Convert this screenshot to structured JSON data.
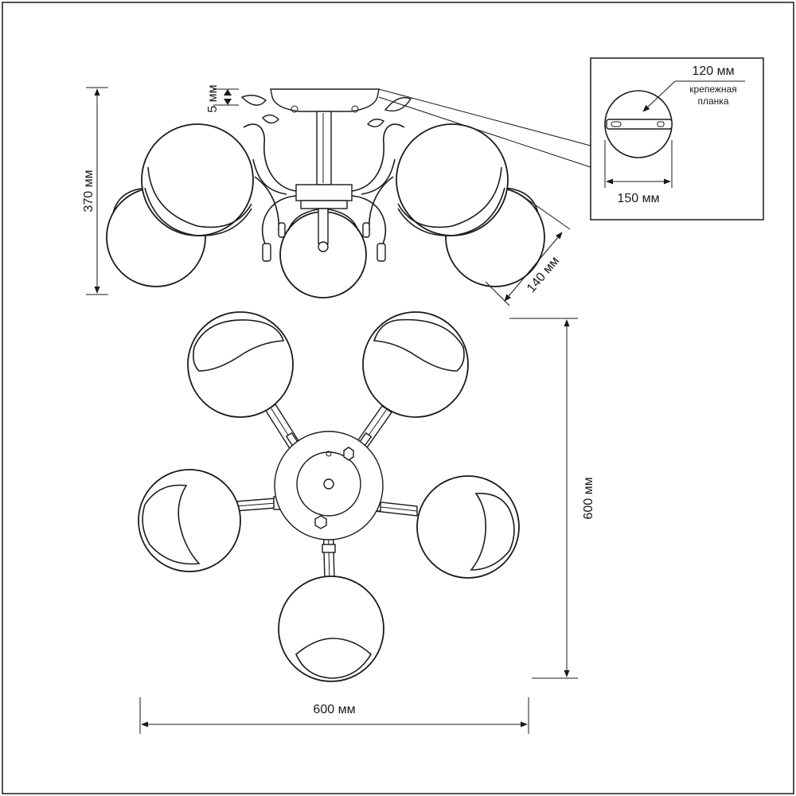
{
  "dimensions": {
    "height": "370 мм",
    "mount_gap": "5 мм",
    "shade_diameter": "140 мм",
    "total_height_top": "600 мм",
    "total_width": "600 мм"
  },
  "inset": {
    "plate_length": "120 мм",
    "plate_label_line1": "крепежная",
    "plate_label_line2": "планка",
    "base_diameter": "150 мм"
  },
  "colors": {
    "line": "#1a1a1a",
    "background": "#ffffff"
  }
}
